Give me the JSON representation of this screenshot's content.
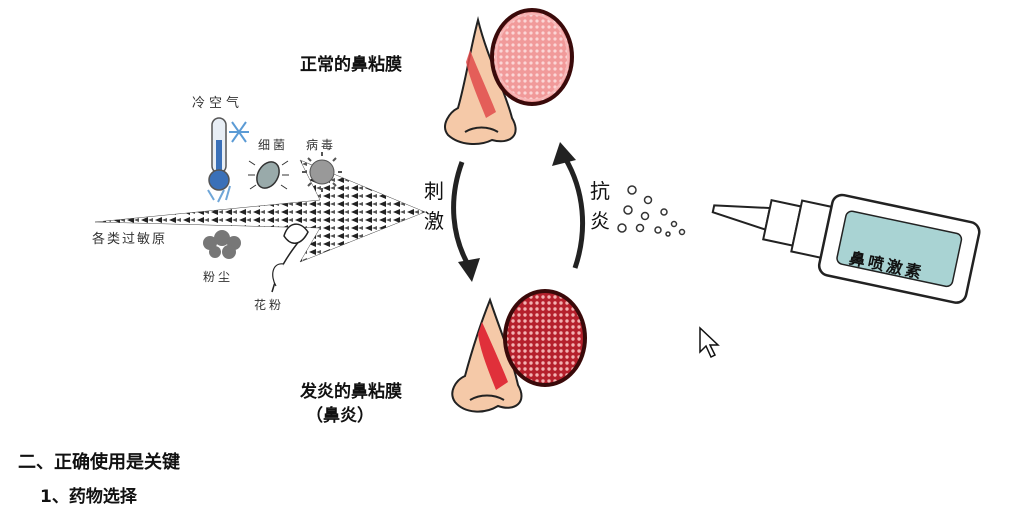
{
  "figure": {
    "normal_mucosa_label": "正常的鼻粘膜",
    "inflamed_mucosa_label": "发炎的鼻粘膜",
    "inflamed_mucosa_sub": "（鼻炎）",
    "stimulus_label": "刺激",
    "anti_inflammation_label": "抗炎",
    "cold_air_label": "冷空气",
    "bacteria_label": "细菌",
    "virus_label": "病毒",
    "allergens_label": "各类过敏原",
    "dust_label": "粉尘",
    "pollen_label": "花粉",
    "spray_label": "鼻喷激素",
    "colors": {
      "mucosa_fill": "#f08f8f",
      "mucosa_inflamed": "#c9303a",
      "skin": "#f5c9a8",
      "bottle_label": "#a9d3d3",
      "arrow": "#3a3a3a"
    }
  },
  "content": {
    "section_heading": "二、正确使用是关键",
    "subsection_heading": "1、药物选择"
  }
}
